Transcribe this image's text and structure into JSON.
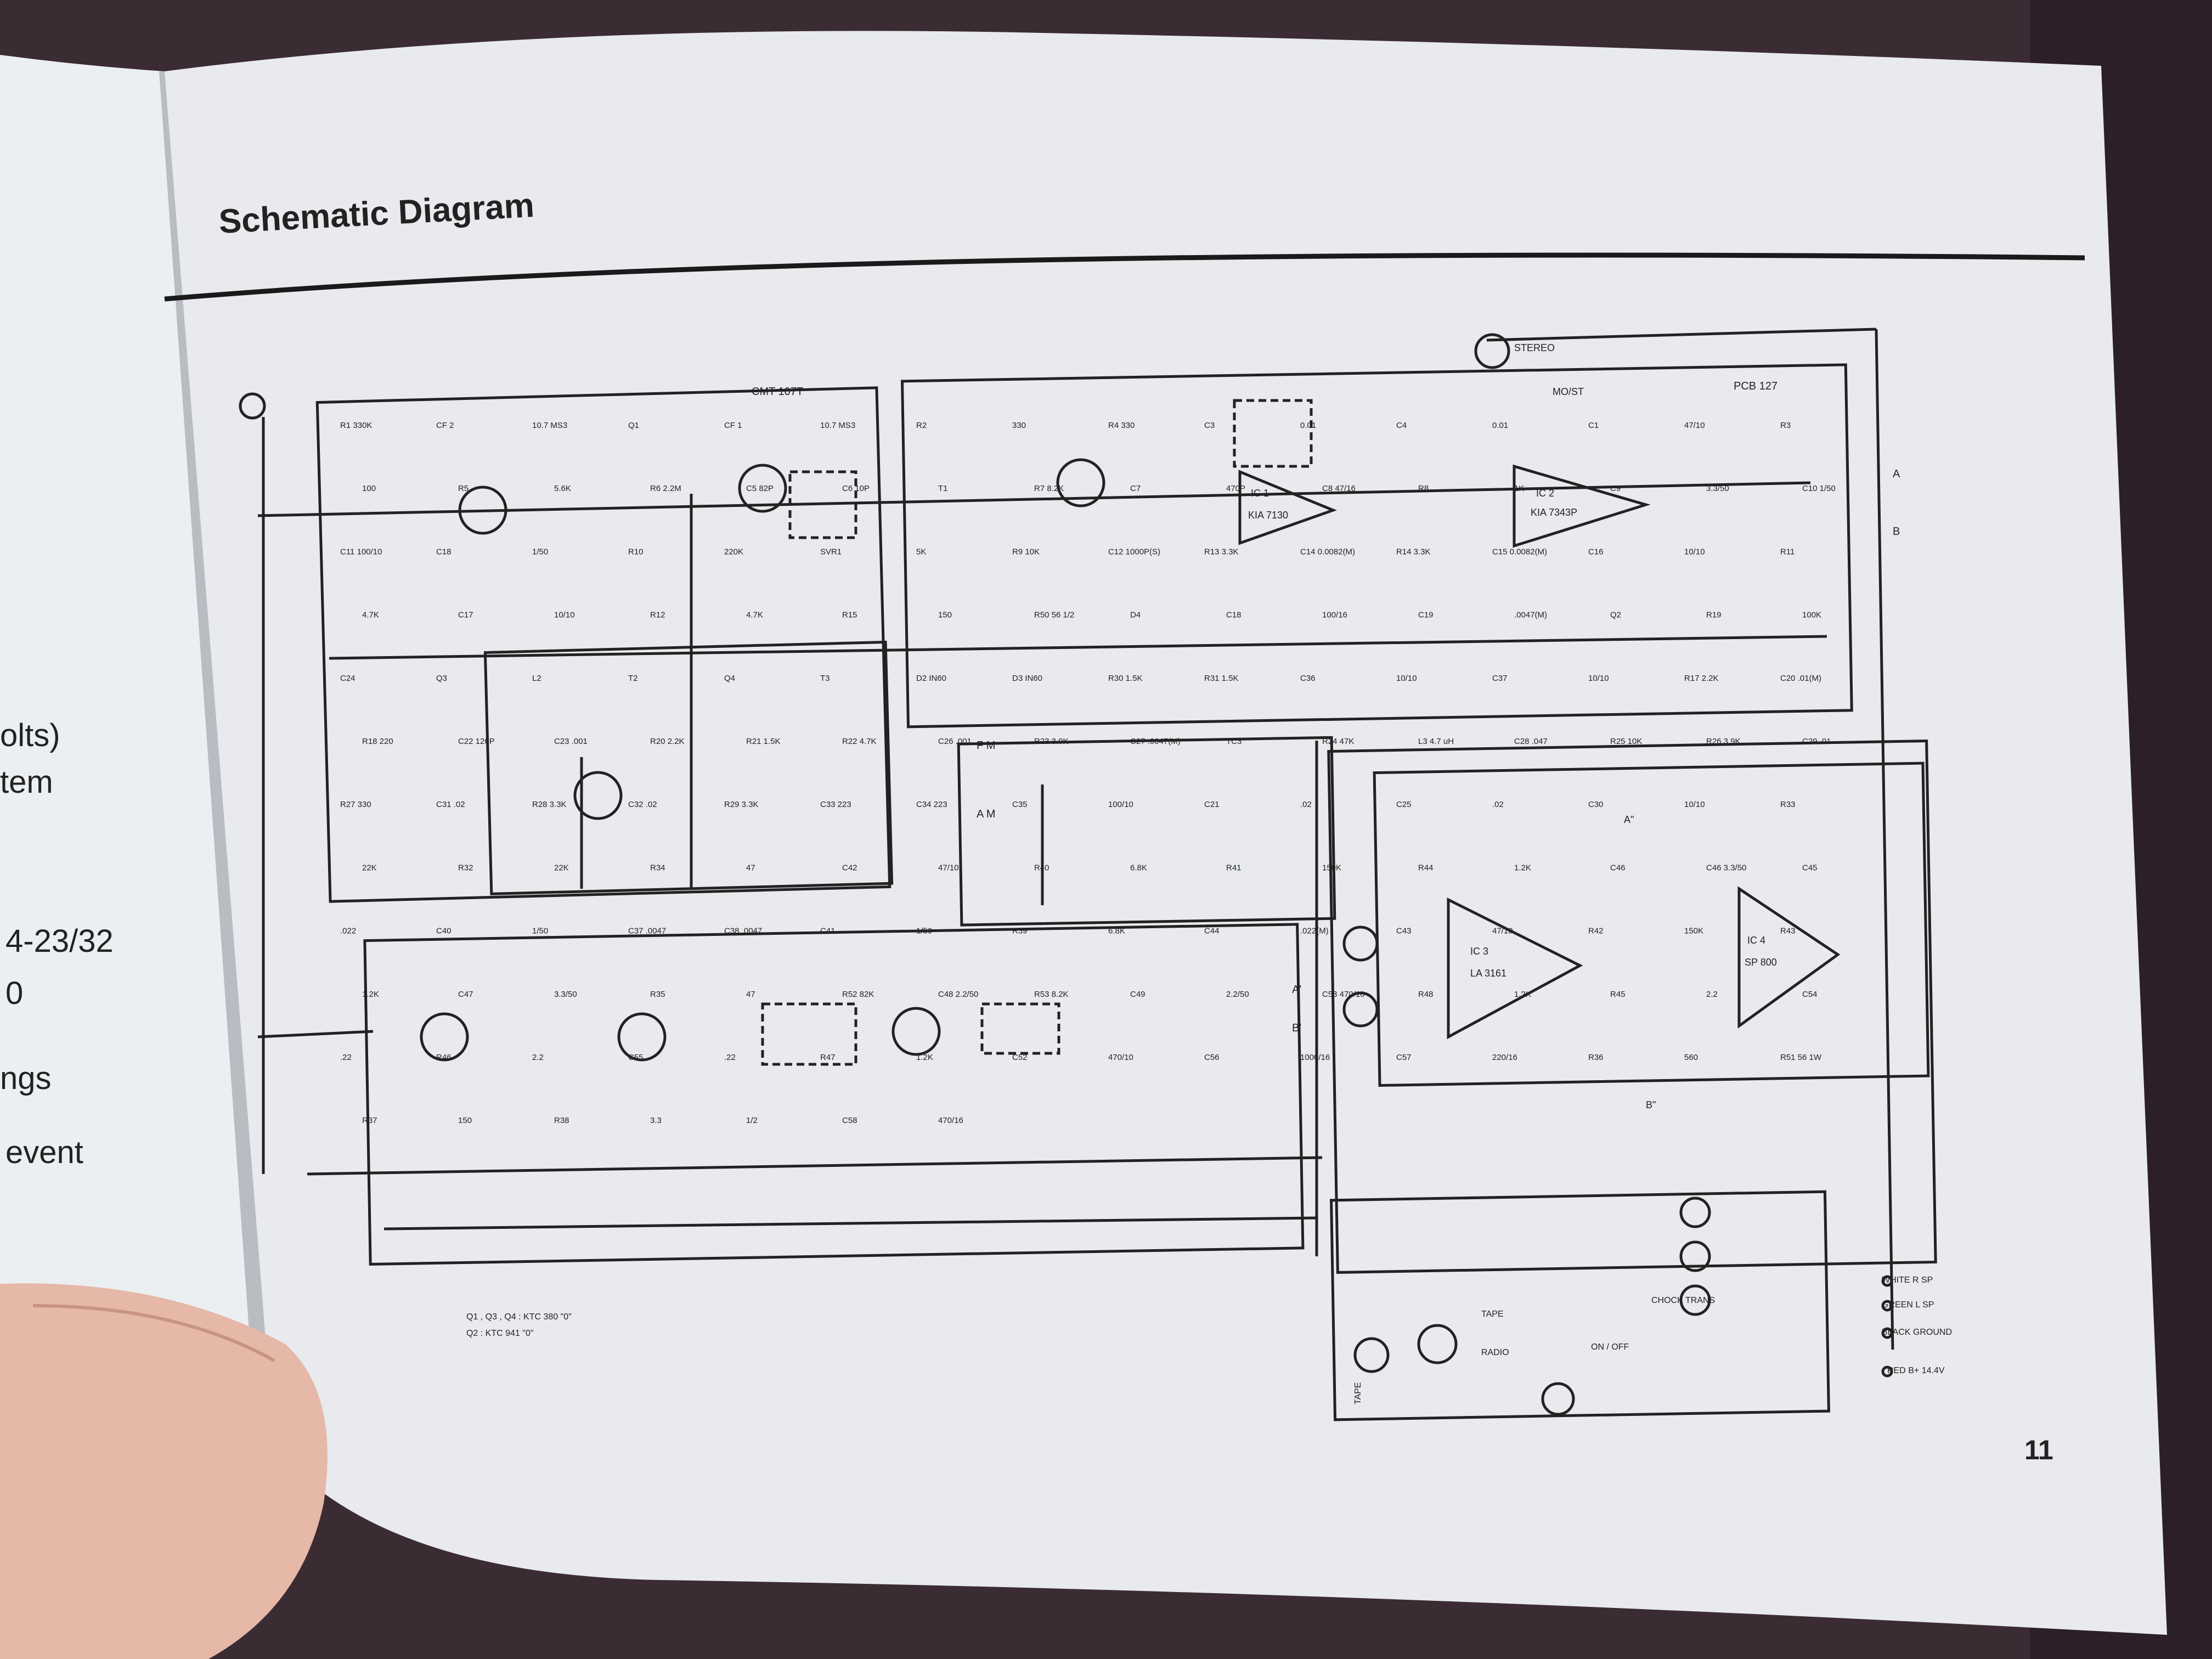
{
  "page": {
    "title": "Schematic Diagram",
    "page_number": "11",
    "left_page_fragments": [
      "olts)",
      "tem",
      "4-23/32",
      "0",
      "ngs",
      "event"
    ]
  },
  "schematic": {
    "blocks": [
      "CMT 107T",
      "PCB 127"
    ],
    "ics": [
      "IC 1",
      "KIA 7130",
      "IC 2",
      "KIA 7343P",
      "IC 3",
      "LA 3161",
      "IC 4",
      "SP 800"
    ],
    "stereo_label": "STEREO",
    "mo_st": "MO/ST",
    "band_switch": [
      "F M",
      "A M"
    ],
    "outputs": [
      "A",
      "B",
      "A'",
      "B'",
      "A\"",
      "B\""
    ],
    "connections": [
      "WHITE R SP",
      "GREEN L SP",
      "BLACK GROUND",
      "RED B+ 14.4V"
    ],
    "switch_labels": [
      "TAPE",
      "RADIO",
      "ON / OFF",
      "CHOCK TRANS",
      "TAPE"
    ],
    "notes": [
      "Q1 , Q3 , Q4 : KTC 380 \"0\"",
      "Q2 : KTC 941 \"0\""
    ],
    "component_labels": [
      "R1 330K",
      "CF 2",
      "10.7 MS3",
      "Q1",
      "CF 1",
      "10.7 MS3",
      "R2",
      "330",
      "R4 330",
      "C3",
      "0.01",
      "C4",
      "0.01",
      "C1",
      "47/10",
      "R3",
      "100",
      "R5",
      "5.6K",
      "R6 2.2M",
      "C5 82P",
      "C6 10P",
      "T1",
      "R7 8.2K",
      "C7",
      "470P",
      "C8 47/16",
      "R8",
      "1K",
      "C9",
      "3.3/50",
      "C10 1/50",
      "C11 100/10",
      "C18",
      "1/50",
      "R10",
      "220K",
      "SVR1",
      "5K",
      "R9 10K",
      "C12 1000P(S)",
      "R13 3.3K",
      "C14 0.0082(M)",
      "R14 3.3K",
      "C15 0.0082(M)",
      "C16",
      "10/10",
      "R11",
      "4.7K",
      "C17",
      "10/10",
      "R12",
      "4.7K",
      "R15",
      "150",
      "R50 56 1/2",
      "D4",
      "C18",
      "100/16",
      "C19",
      ".0047(M)",
      "Q2",
      "R19",
      "100K",
      "C24",
      "Q3",
      "L2",
      "T2",
      "Q4",
      "T3",
      "D2 IN60",
      "D3 IN60",
      "R30 1.5K",
      "R31 1.5K",
      "C36",
      "10/10",
      "C37",
      "10/10",
      "R17 2.2K",
      "C20 .01(M)",
      "R18 220",
      "C22 120P",
      "C23 .001",
      "R20 2.2K",
      "R21 1.5K",
      "R22 4.7K",
      "C26 .001",
      "R23 3.9K",
      "C27 .0047(M)",
      "TC3",
      "R24 47K",
      "L3 4.7 uH",
      "C28 .047",
      "R25 10K",
      "R26 3.9K",
      "C29 .01",
      "R27 330",
      "C31 .02",
      "R28 3.3K",
      "C32 .02",
      "R29 3.3K",
      "C33 223",
      "C34 223",
      "C35",
      "100/10",
      "C21",
      ".02",
      "C25",
      ".02",
      "C30",
      "10/10",
      "R33",
      "22K",
      "R32",
      "22K",
      "R34",
      "47",
      "C42",
      "47/10",
      "R40",
      "6.8K",
      "R41",
      "150K",
      "R44",
      "1.2K",
      "C46",
      "C46 3.3/50",
      "C45",
      ".022",
      "C40",
      "1/50",
      "C37 .0047",
      "C38 .0047",
      "C41",
      "1/50",
      "R39",
      "6.8K",
      "C44",
      ".022(M)",
      "C43",
      "47/10",
      "R42",
      "150K",
      "R43",
      "1.2K",
      "C47",
      "3.3/50",
      "R35",
      "47",
      "R52 82K",
      "C48 2.2/50",
      "R53 8.2K",
      "C49",
      "2.2/50",
      "C53 470/10",
      "R48",
      "1.2K",
      "R45",
      "2.2",
      "C54",
      ".22",
      "R46",
      "2.2",
      "C55",
      ".22",
      "R47",
      "1.2K",
      "C52",
      "470/10",
      "C56",
      "1000/16",
      "C57",
      "220/16",
      "R36",
      "560",
      "R51 56 1W",
      "R37",
      "150",
      "R38",
      "3.3",
      "1/2",
      "C58",
      "470/16"
    ]
  }
}
